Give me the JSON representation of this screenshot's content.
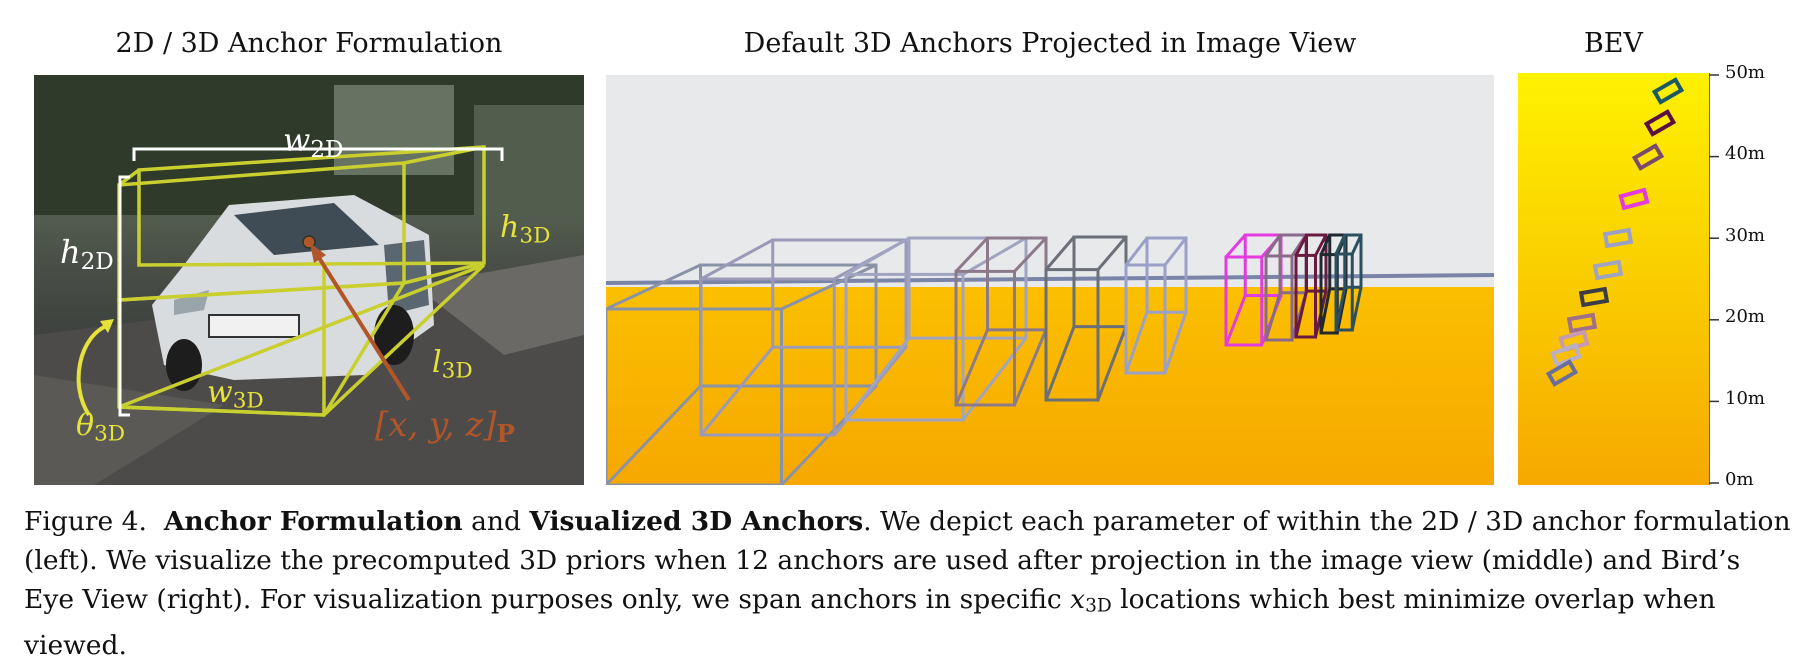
{
  "panels": {
    "left": {
      "title": "2D / 3D Anchor Formulation",
      "labels": {
        "w2d_base": "w",
        "w2d_sub": "2D",
        "h2d_base": "h",
        "h2d_sub": "2D",
        "h3d_base": "h",
        "h3d_sub": "3D",
        "l3d_base": "l",
        "l3d_sub": "3D",
        "w3d_base": "w",
        "w3d_sub": "3D",
        "theta_base": "θ",
        "theta_sub": "3D",
        "xyz_base": "[x, y, z]",
        "xyz_sub": "P"
      },
      "colors": {
        "box": "#c9cf2e",
        "bracket": "#ffffff",
        "arrow": "#b0562a",
        "theta": "#e6e23a"
      }
    },
    "middle": {
      "title": "Default 3D Anchors Projected in Image View",
      "colors": {
        "sky": "#e8e9ea",
        "ground_top": "#fbbf00",
        "ground_bottom": "#f6a800"
      }
    },
    "right": {
      "title": "BEV",
      "ticks": [
        "50m",
        "40m",
        "30m",
        "20m",
        "10m",
        "0m"
      ],
      "colors": {
        "top": "#fef200",
        "bottom": "#f6a800"
      }
    }
  },
  "caption": {
    "figure_label": "Figure 4.",
    "bold_1": "Anchor Formulation",
    "text_1": " and ",
    "bold_2": "Visualized 3D Anchors",
    "text_2": ". We depict each parameter of within the 2D / 3D anchor formulation (left). We visualize the precomputed 3D priors when 12 anchors are used after projection in the image view (middle) and Bird’s Eye View (right). For visualization purposes only, we span anchors in specific ",
    "math_base": "x",
    "math_sub": "3D",
    "text_3": " locations which best minimize overlap when viewed."
  }
}
